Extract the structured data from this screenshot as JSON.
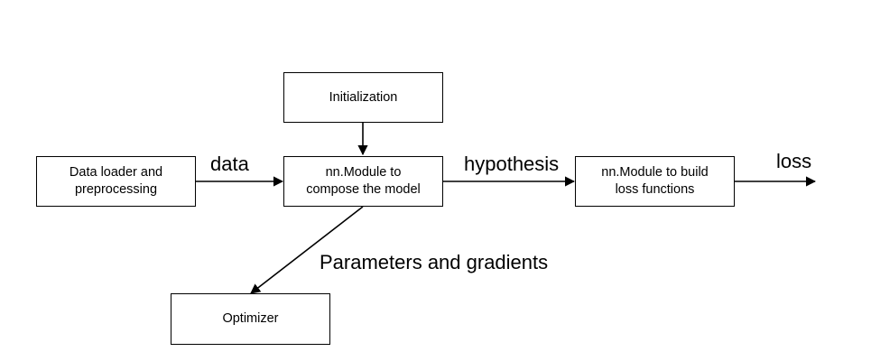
{
  "nodes": {
    "initialization": "Initialization",
    "data_loader": "Data loader and\npreprocessing",
    "model": "nn.Module to\ncompose the model",
    "loss_module": "nn.Module to build\nloss functions",
    "optimizer": "Optimizer"
  },
  "edges": {
    "data": "data",
    "hypothesis": "hypothesis",
    "loss": "loss",
    "params": "Parameters and gradients"
  }
}
